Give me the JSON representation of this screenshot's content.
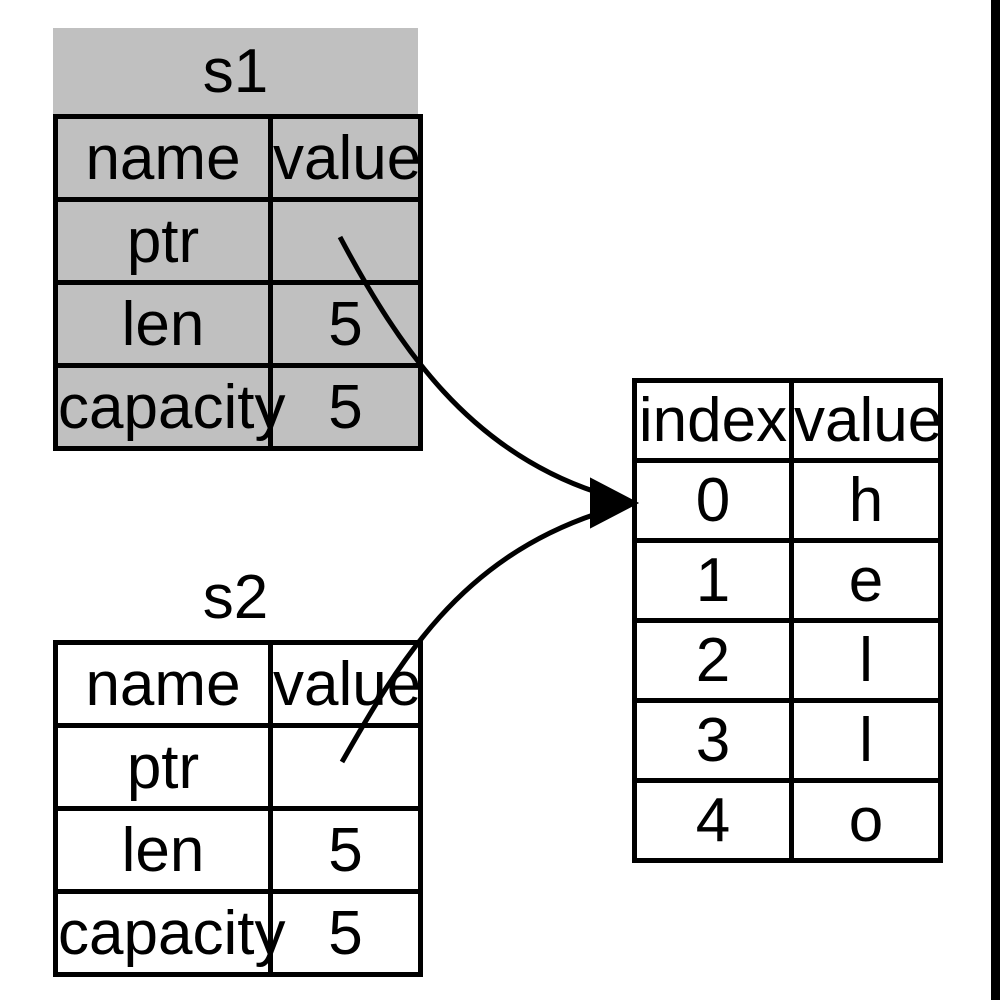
{
  "s1_table": {
    "title": "s1",
    "headers": [
      "name",
      "value"
    ],
    "rows": [
      [
        "ptr",
        ""
      ],
      [
        "len",
        "5"
      ],
      [
        "capacity",
        "5"
      ]
    ]
  },
  "s2_table": {
    "title": "s2",
    "headers": [
      "name",
      "value"
    ],
    "rows": [
      [
        "ptr",
        ""
      ],
      [
        "len",
        "5"
      ],
      [
        "capacity",
        "5"
      ]
    ]
  },
  "heap_table": {
    "headers": [
      "index",
      "value"
    ],
    "rows": [
      [
        "0",
        "h"
      ],
      [
        "1",
        "e"
      ],
      [
        "2",
        "l"
      ],
      [
        "3",
        "l"
      ],
      [
        "4",
        "o"
      ]
    ]
  },
  "arrows": [
    {
      "from": "s1.ptr",
      "to": "heap.row-0"
    },
    {
      "from": "s2.ptr",
      "to": "heap.row-0"
    }
  ],
  "colors": {
    "s1_fill": "#c0c0c0",
    "border": "#000000",
    "arrow": "#000000",
    "background": "#ffffff"
  }
}
